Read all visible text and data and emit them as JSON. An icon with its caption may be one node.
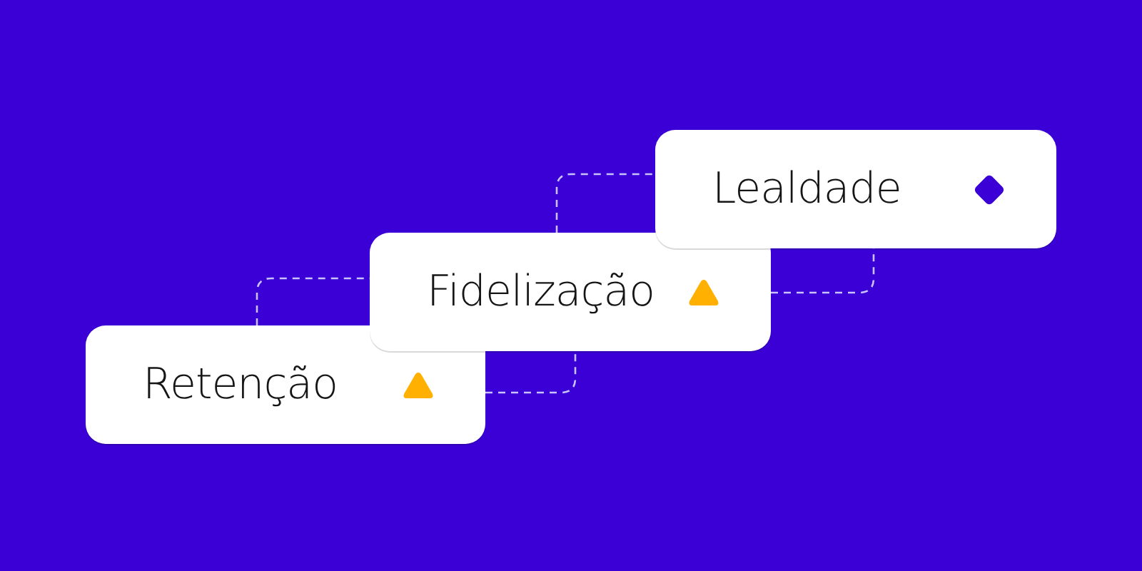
{
  "diagram": {
    "nodes": [
      {
        "text": [
          "Retenção"
        ]
      },
      {
        "text": [
          "Fidelização"
        ]
      },
      {
        "text": [
          "Lealdade"
        ]
      }
    ],
    "edges": [
      {
        "from": 0,
        "to": 1,
        "arrow": "none",
        "style": "dashed"
      },
      {
        "from": 0,
        "to": 1,
        "arrow": "none",
        "style": "dashed"
      },
      {
        "from": 1,
        "to": 2,
        "arrow": "none",
        "style": "dashed"
      },
      {
        "from": 1,
        "to": 2,
        "arrow": "none",
        "style": "dashed"
      }
    ]
  }
}
